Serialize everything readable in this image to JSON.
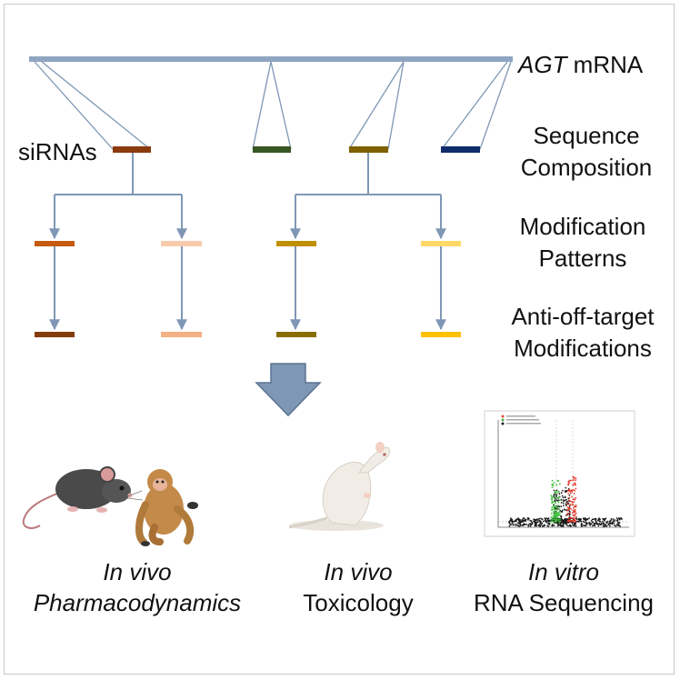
{
  "labels": {
    "mrna_gene": "AGT",
    "mrna_rest": " mRNA",
    "sirnas": "siRNAs",
    "row1_line1": "Sequence",
    "row1_line2": "Composition",
    "row2_line1": "Modification",
    "row2_line2": "Patterns",
    "row3_line1": "Anti-off-target",
    "row3_line2": "Modifications"
  },
  "panels": {
    "pd_line1": "In vivo",
    "pd_line2": "Pharmacodynamics",
    "tox_line1": "In vivo",
    "tox_line2": "Toxicology",
    "seq_line1": "In  vitro",
    "seq_line2": "RNA Sequencing"
  },
  "colors": {
    "line": "#7f97b5",
    "sirna_1": "#8b3a0e",
    "sirna_2": "#375623",
    "sirna_3": "#7f6000",
    "sirna_4": "#0f2d6b",
    "mod_1": "#c55a11",
    "mod_2": "#f8cbad",
    "mod_3": "#bf9000",
    "mod_4": "#ffd966",
    "aot_1": "#843c0c",
    "aot_2": "#f4b183",
    "aot_3": "#8a6d00",
    "aot_4": "#ffc000",
    "arrow": "#7f97b5"
  }
}
